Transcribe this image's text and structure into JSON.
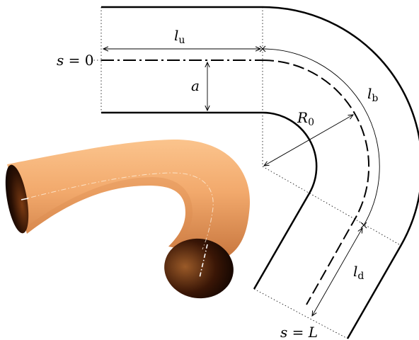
{
  "labels": {
    "s_start": {
      "var": "s",
      "eq": " = ",
      "val": "0"
    },
    "s_end": {
      "var": "s",
      "eq": " = ",
      "val": "L"
    },
    "l_u": {
      "var": "l",
      "sub": "u"
    },
    "l_b": {
      "var": "l",
      "sub": "b"
    },
    "l_d": {
      "var": "l",
      "sub": "d"
    },
    "a": {
      "var": "a"
    },
    "R0": {
      "var": "R",
      "sub": "0"
    }
  },
  "colors": {
    "ink": "#000000",
    "pipe_light": "#f6b579",
    "pipe_mid": "#e8965b",
    "pipe_dark": "#5a2a10",
    "pipe_shadow": "#1a0a02"
  }
}
